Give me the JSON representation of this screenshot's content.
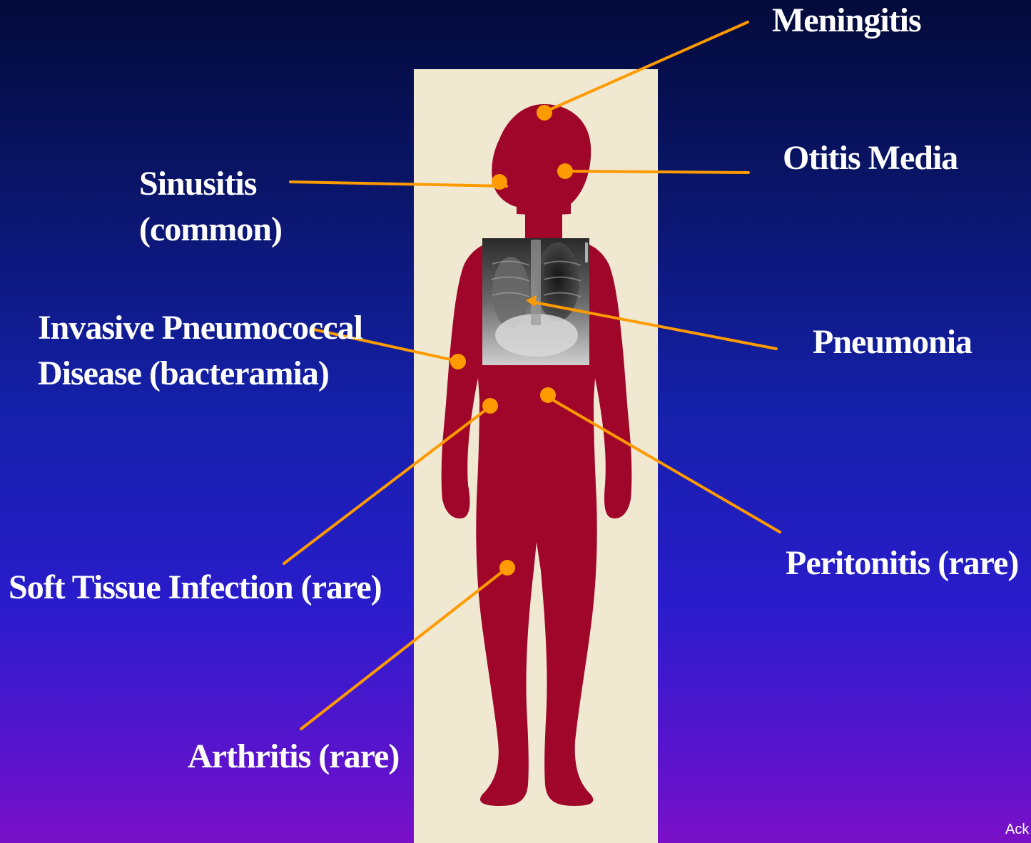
{
  "labels": {
    "meningitis": "Meningitis",
    "otitis_media": "Otitis Media",
    "sinusitis": [
      "Sinusitis",
      "(common)"
    ],
    "invasive": [
      "Invasive Pneumococcal",
      "Disease (bacteramia)"
    ],
    "pneumonia": "Pneumonia",
    "peritonitis": "Peritonitis (rare)",
    "soft_tissue": "Soft Tissue Infection (rare)",
    "arthritis": "Arthritis (rare)"
  },
  "footer": {
    "ack": "Ack"
  },
  "colors": {
    "body_silhouette": "#a0062a",
    "panel": "#f1e8d2",
    "leader_line": "#ff9a00",
    "text": "#ffffff"
  },
  "icons": {
    "xray": "chest-xray-image",
    "silhouette": "child-silhouette"
  }
}
